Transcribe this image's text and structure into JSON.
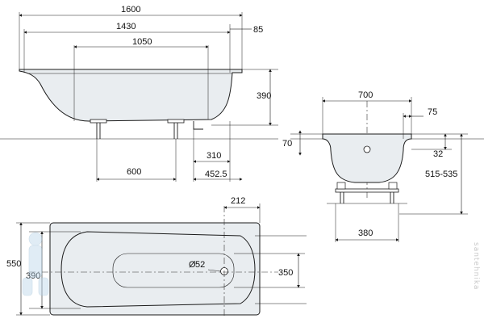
{
  "side_view": {
    "dims": {
      "total_length": "1600",
      "inner_length": "1430",
      "bottom_length": "1050",
      "rim_offset": "85",
      "height": "390",
      "leg_to_end": "310",
      "leg_spacing": "600",
      "drain_position": "452.5"
    }
  },
  "end_view": {
    "dims": {
      "width": "700",
      "rim_step": "75",
      "rim_height": "70",
      "overflow_height": "32",
      "install_height": "515-535",
      "leg_span": "380"
    }
  },
  "top_view": {
    "dims": {
      "overall_width": "550",
      "inner_width": "390",
      "drain_diameter": "52",
      "drain_offset": "212",
      "drain_zone": "350"
    },
    "diameter_symbol": "Ø"
  },
  "colors": {
    "tub_fill": "#e9edf0",
    "line": "#1a1a1a"
  },
  "watermark": {
    "text": "santehnika",
    "icon": "plumber-mascot-icon"
  }
}
